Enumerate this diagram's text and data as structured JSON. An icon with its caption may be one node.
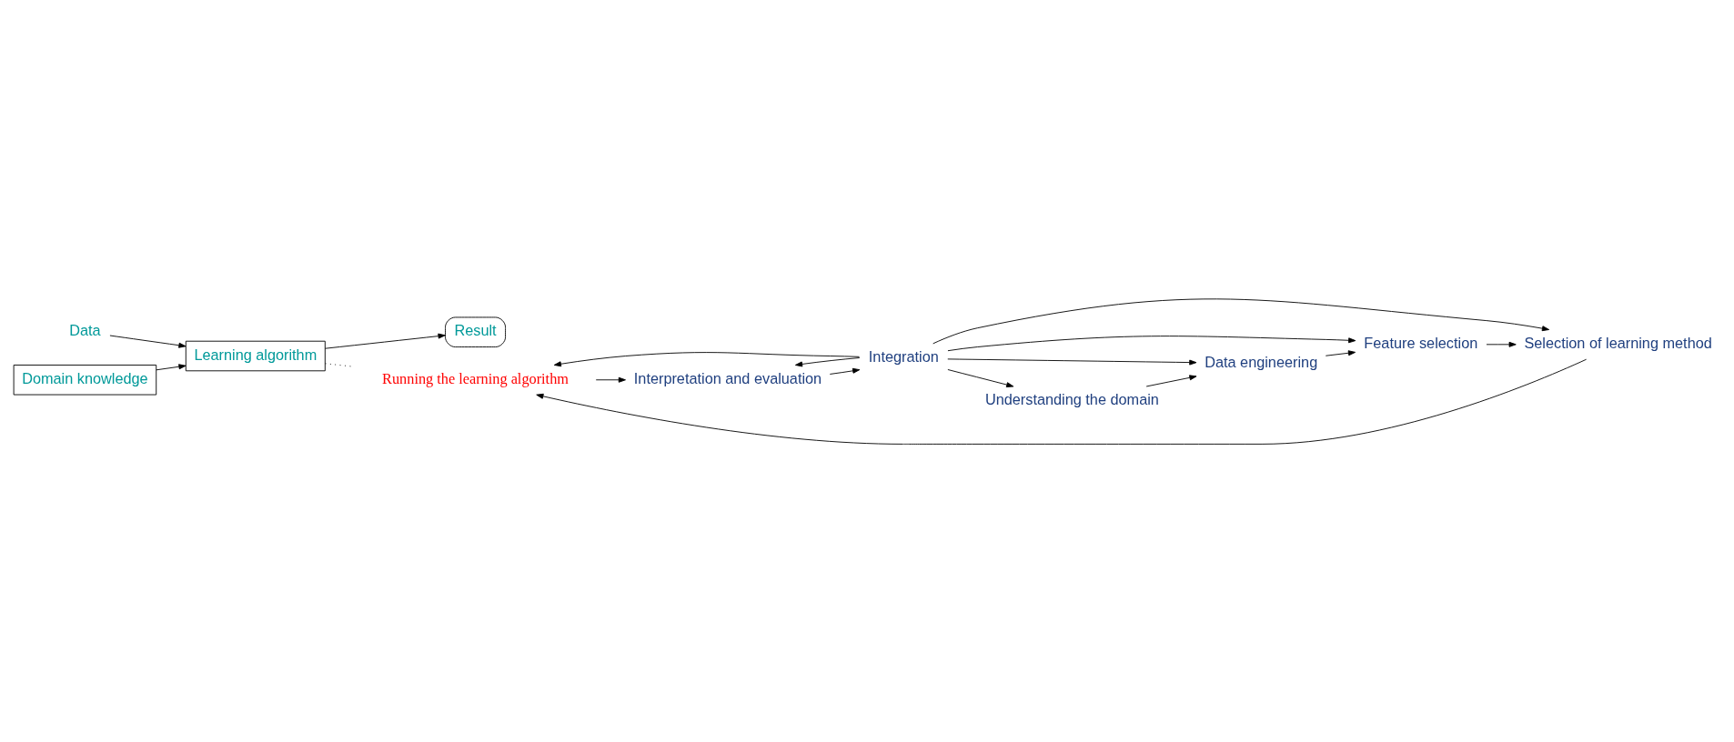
{
  "diagram": {
    "nodes": [
      {
        "text": [
          "Data"
        ]
      },
      {
        "text": [
          "Domain knowledge"
        ]
      },
      {
        "text": [
          "Learning algorithm"
        ]
      },
      {
        "text": [
          "Result"
        ]
      },
      {
        "text": [
          "Integration"
        ]
      },
      {
        "text": [
          "Interpretation and evaluation"
        ]
      },
      {
        "text": [
          "Running the learning algorithm"
        ]
      },
      {
        "text": [
          "Selection of learning method"
        ]
      },
      {
        "text": [
          "Feature selection"
        ]
      },
      {
        "text": [
          "Data engineering"
        ]
      },
      {
        "text": [
          "Understanding the domain"
        ]
      }
    ],
    "edges": [
      {
        "from": 0,
        "to": 2,
        "arrow": "to"
      },
      {
        "from": 1,
        "to": 2,
        "arrow": "to"
      },
      {
        "from": 2,
        "to": 3,
        "arrow": "to"
      },
      {
        "from": 2,
        "to": 6,
        "arrow": "none",
        "style": "dashed"
      },
      {
        "from": 10,
        "to": 9,
        "arrow": "to"
      },
      {
        "from": 9,
        "to": 8,
        "arrow": "to"
      },
      {
        "from": 8,
        "to": 7,
        "arrow": "to"
      },
      {
        "from": 7,
        "to": 6,
        "arrow": "to"
      },
      {
        "from": 6,
        "to": 5,
        "arrow": "to"
      },
      {
        "from": 5,
        "to": 4,
        "arrow": "to"
      },
      {
        "from": 4,
        "to": 5,
        "arrow": "to"
      },
      {
        "from": 4,
        "to": 6,
        "arrow": "to"
      },
      {
        "from": 4,
        "to": 7,
        "arrow": "to"
      },
      {
        "from": 4,
        "to": 8,
        "arrow": "to"
      },
      {
        "from": 4,
        "to": 9,
        "arrow": "to"
      },
      {
        "from": 4,
        "to": 10,
        "arrow": "to"
      }
    ]
  }
}
